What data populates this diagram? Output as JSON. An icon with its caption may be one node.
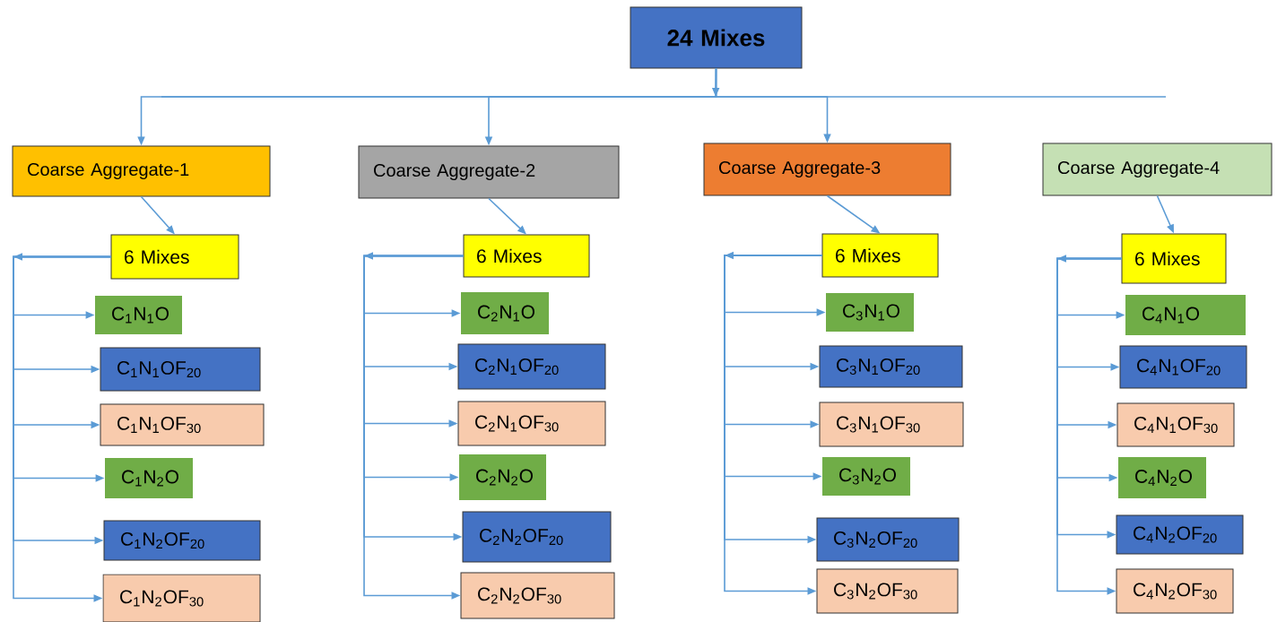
{
  "diagram": {
    "nodes": [
      {
        "text": [
          "24 Mixes"
        ]
      },
      {
        "text": [
          "Coarse Aggregate-1"
        ]
      },
      {
        "text": [
          "6 Mixes"
        ]
      },
      {
        "text": [
          "C$_{1}$N$_{1}$O"
        ]
      },
      {
        "text": [
          "C$_{1}$N$_{1}$OF$_{20}$"
        ]
      },
      {
        "text": [
          "C$_{1}$N$_{1}$OF$_{30}$"
        ]
      },
      {
        "text": [
          "C$_{1}$N$_{2}$O"
        ]
      },
      {
        "text": [
          "C$_{1}$N$_{2}$OF$_{20}$"
        ]
      },
      {
        "text": [
          "C$_{1}$N$_{2}$OF$_{30}$"
        ]
      },
      {
        "text": [
          "Coarse Aggregate-2"
        ]
      },
      {
        "text": [
          "6 Mixes"
        ]
      },
      {
        "text": [
          "C$_{2}$N$_{1}$O"
        ]
      },
      {
        "text": [
          "C$_{2}$N$_{1}$OF$_{20}$"
        ]
      },
      {
        "text": [
          "C$_{2}$N$_{1}$OF$_{30}$"
        ]
      },
      {
        "text": [
          "C$_{2}$N$_{2}$O"
        ]
      },
      {
        "text": [
          "C$_{2}$N$_{2}$OF$_{20}$"
        ]
      },
      {
        "text": [
          "C$_{2}$N$_{2}$OF$_{30}$"
        ]
      },
      {
        "text": [
          "Coarse Aggregate-3"
        ]
      },
      {
        "text": [
          "6 Mixes"
        ]
      },
      {
        "text": [
          "C$_{3}$N$_{1}$O"
        ]
      },
      {
        "text": [
          "C$_{3}$N$_{1}$OF$_{20}$"
        ]
      },
      {
        "text": [
          "C$_{3}$N$_{1}$OF$_{30}$"
        ]
      },
      {
        "text": [
          "C$_{3}$N$_{2}$O"
        ]
      },
      {
        "text": [
          "C$_{3}$N$_{2}$OF$_{20}$"
        ]
      },
      {
        "text": [
          "C$_{3}$N$_{2}$OF$_{30}$"
        ]
      },
      {
        "text": [
          "Coarse Aggregate-4"
        ]
      },
      {
        "text": [
          "6 Mixes"
        ]
      },
      {
        "text": [
          "C$_{4}$N$_{1}$O"
        ]
      },
      {
        "text": [
          "C$_{4}$N$_{1}$OF$_{20}$"
        ]
      },
      {
        "text": [
          "C$_{4}$N$_{1}$OF$_{30}$"
        ]
      },
      {
        "text": [
          "C$_{4}$N$_{2}$O"
        ]
      },
      {
        "text": [
          "C$_{4}$N$_{2}$OF$_{20}$"
        ]
      },
      {
        "text": [
          "C$_{4}$N$_{2}$OF$_{30}$"
        ]
      }
    ],
    "edges": [
      {
        "from": 0,
        "to": 1,
        "arrow": "to"
      },
      {
        "from": 0,
        "to": 9,
        "arrow": "to"
      },
      {
        "from": 0,
        "to": 17,
        "arrow": "to"
      },
      {
        "from": 1,
        "to": 2,
        "arrow": "to"
      },
      {
        "from": 9,
        "to": 10,
        "arrow": "to"
      },
      {
        "from": 17,
        "to": 18,
        "arrow": "to"
      },
      {
        "from": 25,
        "to": 26,
        "arrow": "to"
      },
      {
        "from": 2,
        "to": 3,
        "arrow": "to"
      },
      {
        "from": 2,
        "to": 4,
        "arrow": "to"
      },
      {
        "from": 2,
        "to": 5,
        "arrow": "to"
      },
      {
        "from": 2,
        "to": 6,
        "arrow": "to"
      },
      {
        "from": 2,
        "to": 7,
        "arrow": "to"
      },
      {
        "from": 2,
        "to": 8,
        "arrow": "to"
      },
      {
        "from": 10,
        "to": 11,
        "arrow": "to"
      },
      {
        "from": 10,
        "to": 12,
        "arrow": "to"
      },
      {
        "from": 10,
        "to": 13,
        "arrow": "to"
      },
      {
        "from": 10,
        "to": 14,
        "arrow": "to"
      },
      {
        "from": 10,
        "to": 15,
        "arrow": "to"
      },
      {
        "from": 10,
        "to": 16,
        "arrow": "to"
      },
      {
        "from": 18,
        "to": 19,
        "arrow": "to"
      },
      {
        "from": 18,
        "to": 20,
        "arrow": "to"
      },
      {
        "from": 18,
        "to": 21,
        "arrow": "to"
      },
      {
        "from": 18,
        "to": 22,
        "arrow": "to"
      },
      {
        "from": 18,
        "to": 23,
        "arrow": "to"
      },
      {
        "from": 18,
        "to": 24,
        "arrow": "to"
      },
      {
        "from": 26,
        "to": 27,
        "arrow": "to"
      },
      {
        "from": 26,
        "to": 28,
        "arrow": "to"
      },
      {
        "from": 26,
        "to": 29,
        "arrow": "to"
      },
      {
        "from": 26,
        "to": 30,
        "arrow": "to"
      },
      {
        "from": 26,
        "to": 31,
        "arrow": "to"
      },
      {
        "from": 26,
        "to": 32,
        "arrow": "to"
      }
    ]
  }
}
